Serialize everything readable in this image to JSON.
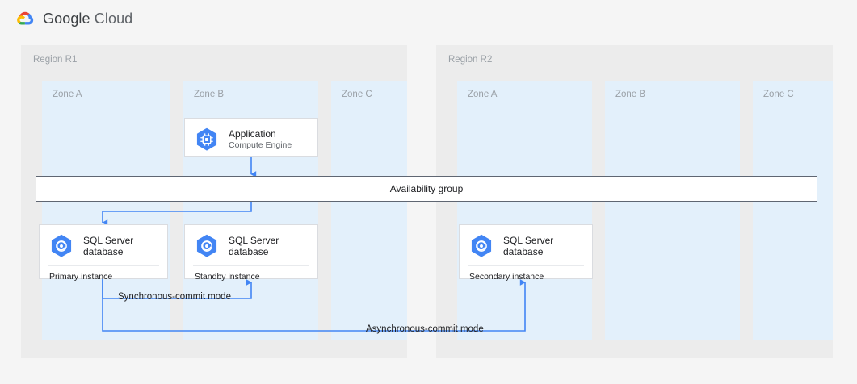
{
  "header": {
    "logo_icon": "google-cloud-logo",
    "brand_bold": "Google",
    "brand_light": "Cloud"
  },
  "colors": {
    "region_bg": "#ececec",
    "zone_bg": "#e3f0fb",
    "node_bg": "#ffffff",
    "node_border": "#dadce0",
    "connector": "#4285f4",
    "icon_blue": "#4285f4",
    "availability_border": "#5f6672",
    "label_gray": "#9aa0a6",
    "page_bg": "#f5f5f5"
  },
  "diagram": {
    "regions": [
      {
        "id": "r1",
        "label": "Region R1",
        "zones": [
          {
            "id": "r1-zone-a",
            "label": "Zone A"
          },
          {
            "id": "r1-zone-b",
            "label": "Zone B"
          },
          {
            "id": "r1-zone-c",
            "label": "Zone C"
          }
        ]
      },
      {
        "id": "r2",
        "label": "Region R2",
        "zones": [
          {
            "id": "r2-zone-a",
            "label": "Zone A"
          },
          {
            "id": "r2-zone-b",
            "label": "Zone B"
          },
          {
            "id": "r2-zone-c",
            "label": "Zone C"
          }
        ]
      }
    ],
    "availability_group": {
      "label": "Availability group"
    },
    "nodes": [
      {
        "id": "application",
        "icon": "compute-engine-icon",
        "title": "Application",
        "subtitle": "Compute Engine",
        "footer": null,
        "region": "r1",
        "zone": "Zone B"
      },
      {
        "id": "primary",
        "icon": "sql-server-database-icon",
        "title": "SQL Server\ndatabase",
        "subtitle": null,
        "footer": "Primary instance",
        "region": "r1",
        "zone": "Zone A"
      },
      {
        "id": "standby",
        "icon": "sql-server-database-icon",
        "title": "SQL Server\ndatabase",
        "subtitle": null,
        "footer": "Standby instance",
        "region": "r1",
        "zone": "Zone B"
      },
      {
        "id": "secondary",
        "icon": "sql-server-database-icon",
        "title": "SQL Server\ndatabase",
        "subtitle": null,
        "footer": "Secondary instance",
        "region": "r2",
        "zone": "Zone A"
      }
    ],
    "edges": [
      {
        "id": "app-to-availability-group",
        "from": "application",
        "to": "availability_group",
        "label": null
      },
      {
        "id": "availability-group-to-primary",
        "from": "availability_group",
        "to": "primary",
        "label": null
      },
      {
        "id": "primary-to-standby",
        "from": "primary",
        "to": "standby",
        "label": "Synchronous-commit mode"
      },
      {
        "id": "primary-to-secondary",
        "from": "primary",
        "to": "secondary",
        "label": "Asynchronous-commit mode"
      }
    ]
  }
}
